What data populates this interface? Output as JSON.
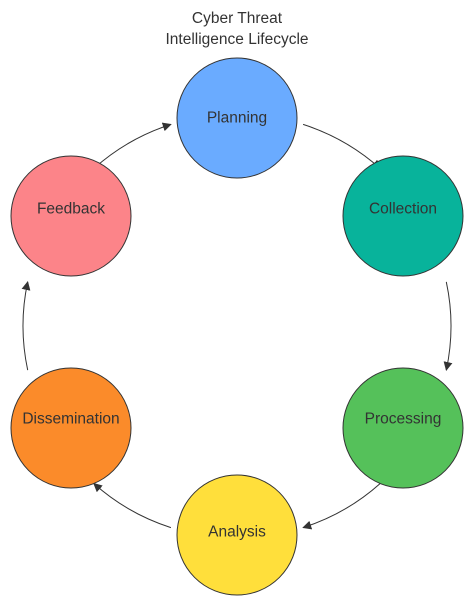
{
  "diagram": {
    "title_line1": "Cyber Threat",
    "title_line2": "Intelligence Lifecycle",
    "stages": [
      {
        "id": "planning",
        "label": "Planning",
        "color": "#6aabff"
      },
      {
        "id": "collection",
        "label": "Collection",
        "color": "#08b39b"
      },
      {
        "id": "processing",
        "label": "Processing",
        "color": "#55c15a"
      },
      {
        "id": "analysis",
        "label": "Analysis",
        "color": "#ffdf3b"
      },
      {
        "id": "dissemination",
        "label": "Dissemination",
        "color": "#fb8b2a"
      },
      {
        "id": "feedback",
        "label": "Feedback",
        "color": "#fc8489"
      }
    ],
    "edges": [
      {
        "from": "planning",
        "to": "collection"
      },
      {
        "from": "collection",
        "to": "processing"
      },
      {
        "from": "processing",
        "to": "analysis"
      },
      {
        "from": "analysis",
        "to": "dissemination"
      },
      {
        "from": "dissemination",
        "to": "feedback"
      },
      {
        "from": "feedback",
        "to": "planning"
      }
    ],
    "stroke_color": "#333333"
  }
}
